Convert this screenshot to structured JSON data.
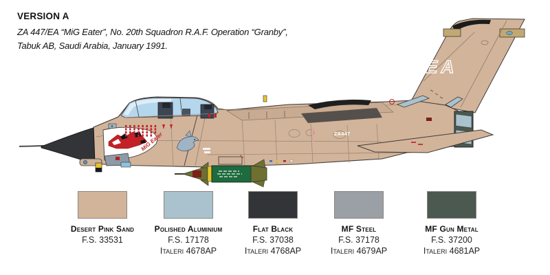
{
  "header": {
    "version_label": "VERSION A",
    "description_line1": "ZA 447/EA “MiG Eater”, No. 20th Squadron R.A.F. Operation “Granby”,",
    "description_line2": "Tabuk AB, Saudi Arabia, January 1991."
  },
  "aircraft": {
    "tail_code": "EA",
    "serial": "ZA447",
    "nose_art_text": "MiG Eater"
  },
  "colors": {
    "desert_pink_sand": "#d2b49b",
    "polished_aluminium": "#a9c2ce",
    "flat_black": "#323438",
    "mf_steel": "#9aa0a5",
    "mf_gun_metal": "#4b5951",
    "canopy_blue": "#b5d7ee",
    "marking_red": "#c32127",
    "bomb_green": "#1d6b3e",
    "bomb_olive": "#6d7030",
    "stencil_white": "#ffffff"
  },
  "swatches": [
    {
      "name": "Desert Pink Sand",
      "fs": "F.S. 33531",
      "italeri": "",
      "hex": "#d2b49b"
    },
    {
      "name": "Polished Aluminium",
      "fs": "F.S. 17178",
      "italeri": "Italeri 4678AP",
      "hex": "#a9c2ce"
    },
    {
      "name": "Flat Black",
      "fs": "F.S. 37038",
      "italeri": "Italeri 4768AP",
      "hex": "#323438"
    },
    {
      "name": "MF Steel",
      "fs": "F.S. 37178",
      "italeri": "Italeri 4679AP",
      "hex": "#9aa0a5"
    },
    {
      "name": "MF Gun Metal",
      "fs": "F.S. 37200",
      "italeri": "Italeri 4681AP",
      "hex": "#4b5951"
    }
  ]
}
